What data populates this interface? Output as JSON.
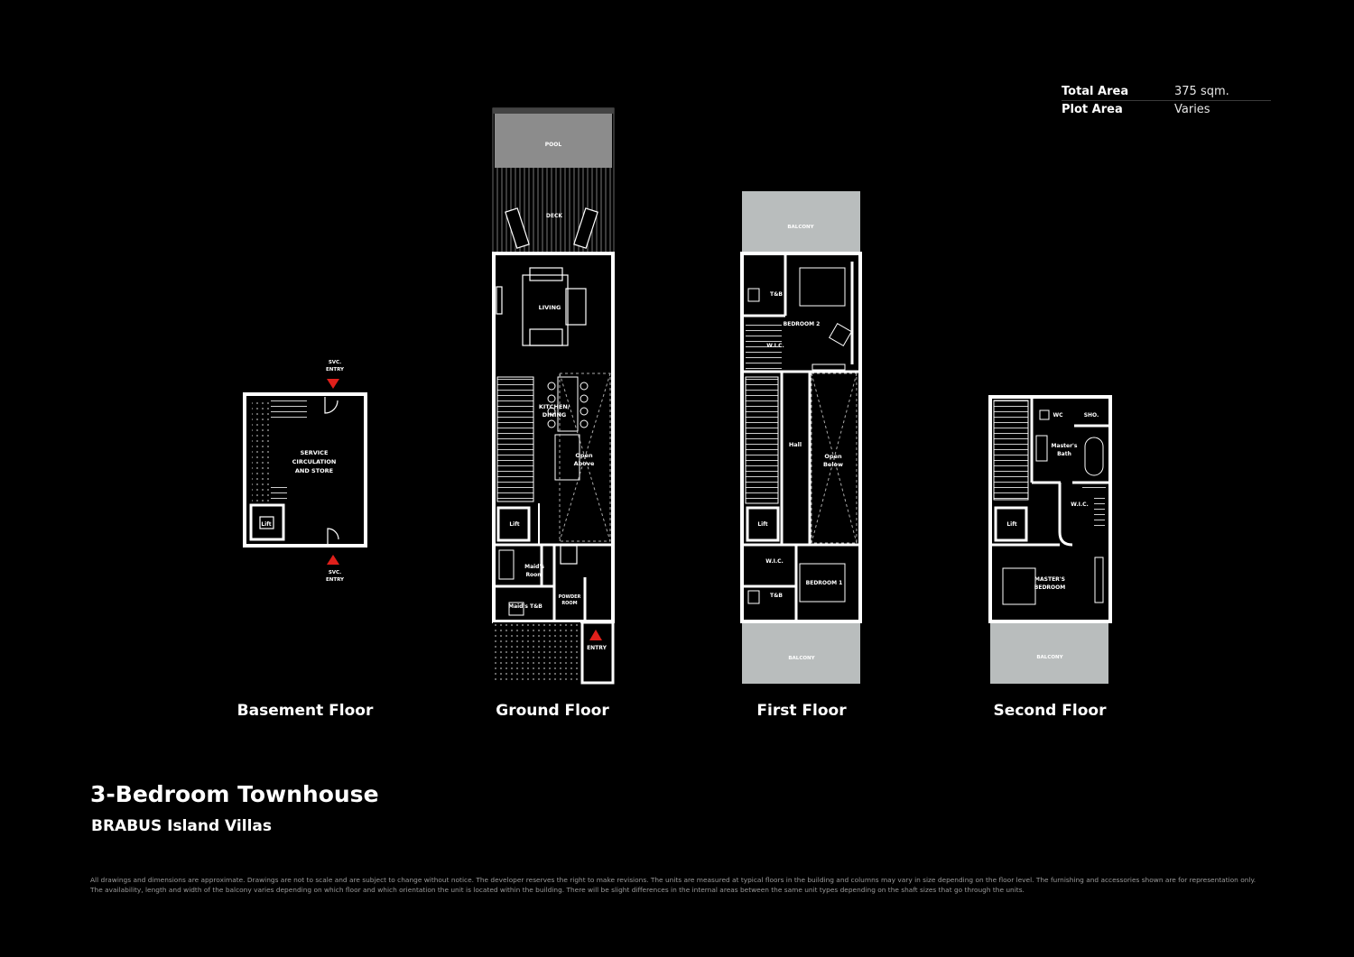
{
  "area_table": {
    "rows": [
      {
        "key": "Total Area",
        "value": "375 sqm."
      },
      {
        "key": "Plot Area",
        "value": "Varies"
      }
    ]
  },
  "floors": {
    "basement": {
      "label": "Basement Floor",
      "rooms": {
        "service": "SERVICE\nCIRCULATION\nAND STORE",
        "lift": "Lift"
      },
      "entries": {
        "top": "SVC.\nENTRY",
        "bottom": "SVC.\nENTRY"
      }
    },
    "ground": {
      "label": "Ground Floor",
      "rooms": {
        "pool": "POOL",
        "deck": "DECK",
        "living": "LIVING",
        "kitchen": "KITCHEN/\nDINING",
        "open_above": "Open\nAbove",
        "lift": "Lift",
        "maids_room": "Maid's\nRoom",
        "maids_tb": "Maid's T&B",
        "powder": "POWDER\nROOM",
        "entry": "ENTRY"
      }
    },
    "first": {
      "label": "First Floor",
      "rooms": {
        "balcony_top": "BALCONY",
        "tb_top": "T&B",
        "bedroom2": "BEDROOM 2",
        "wic_top": "W.I.C.",
        "hall": "Hall",
        "open_below": "Open\nBelow",
        "lift": "Lift",
        "wic_bottom": "W.I.C.",
        "bedroom1": "BEDROOM 1",
        "tb_bottom": "T&B",
        "balcony_bottom": "BALCONY"
      }
    },
    "second": {
      "label": "Second Floor",
      "rooms": {
        "wc": "WC",
        "sho": "SHO.",
        "masters_bath": "Master's\nBath",
        "wic": "W.I.C.",
        "lift": "Lift",
        "masters_bedroom": "MASTER'S\nBEDROOM",
        "balcony": "BALCONY"
      }
    }
  },
  "title": "3-Bedroom Townhouse",
  "subtitle": "BRABUS Island Villas",
  "disclaimer": "All drawings and dimensions are approximate. Drawings are not to scale and are subject to change without notice. The developer reserves the right to make revisions. The units are measured at typical floors in the building and columns may vary in size depending on the floor level. The furnishing and accessories shown are for representation only. The availability, length and width of the balcony varies depending on which floor and which orientation the unit is located within the building. There will be slight differences in the internal areas between the same unit types depending on the shaft sizes that go through the units.",
  "colors": {
    "background": "#000000",
    "wall": "#ffffff",
    "balcony": "#b9bdbd",
    "pool": "#8c8c8c",
    "entry_marker": "#e0201b"
  }
}
